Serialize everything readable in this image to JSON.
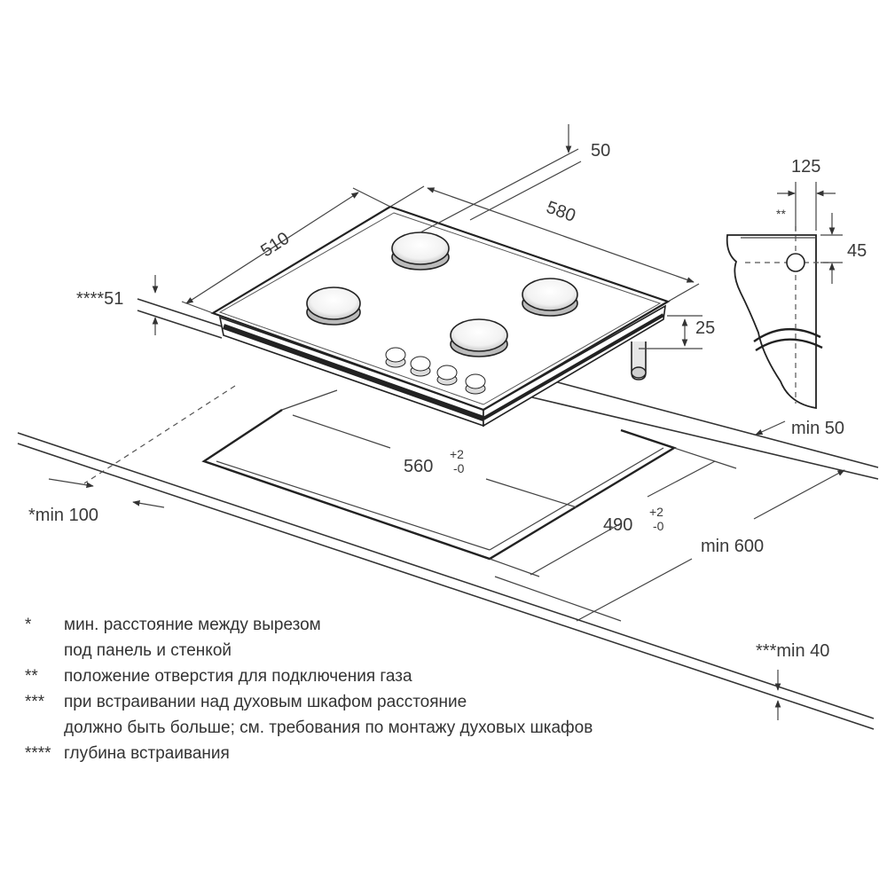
{
  "dimensions": {
    "d50": "50",
    "d510": "510",
    "d580": "580",
    "d125": "125",
    "d45": "45",
    "d25": "25",
    "depth51": "****51",
    "gas_mark": "**",
    "d560": "560",
    "d560_tol_plus": "+2",
    "d560_tol_minus": "-0",
    "d490": "490",
    "d490_tol_plus": "+2",
    "d490_tol_minus": "-0",
    "min50": "min 50",
    "min100": "*min 100",
    "min600": "min 600",
    "min40": "***min 40"
  },
  "legend": [
    {
      "mark": "*",
      "lines": [
        "мин. расстояние между вырезом",
        "под панель и стенкой"
      ]
    },
    {
      "mark": "**",
      "lines": [
        "положение отверстия для подключения газа"
      ]
    },
    {
      "mark": "***",
      "lines": [
        "при встраивании над духовым шкафом расстояние",
        "должно быть больше; см. требования по монтажу духовых шкафов"
      ]
    },
    {
      "mark": "****",
      "lines": [
        "глубина встраивания"
      ]
    }
  ]
}
